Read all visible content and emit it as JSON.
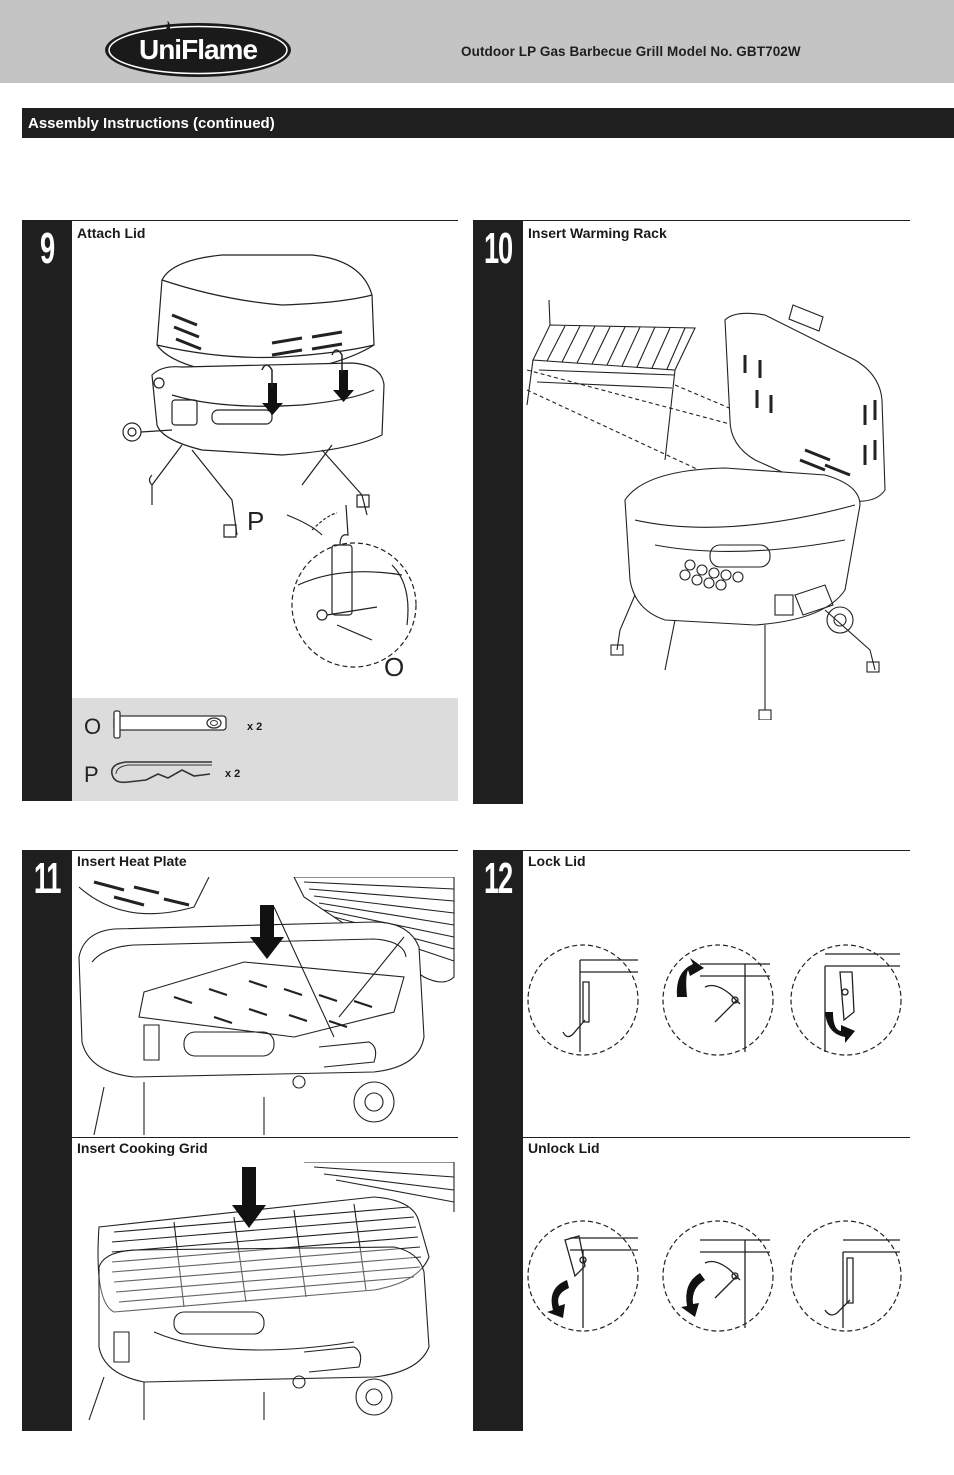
{
  "header": {
    "logo_text": "UniFlame",
    "title": "Outdoor LP Gas Barbecue Grill  Model No. GBT702W"
  },
  "section": {
    "title": "Assembly Instructions (continued)"
  },
  "steps": [
    {
      "number": "9",
      "label": "Attach Lid",
      "callouts": [
        "P",
        "O"
      ]
    },
    {
      "number": "10",
      "label": "Insert Warming Rack"
    },
    {
      "number": "11",
      "label": "Insert Heat Plate",
      "sublabel": "Insert Cooking Grid"
    },
    {
      "number": "12",
      "label": "Lock Lid",
      "sublabel": "Unlock Lid"
    }
  ],
  "hardware": [
    {
      "letter": "O",
      "qty": "x 2",
      "part": "clevis-pin"
    },
    {
      "letter": "P",
      "qty": "x 2",
      "part": "hitch-pin"
    }
  ],
  "colors": {
    "header_bg": "#c4c4c4",
    "bar": "#1f1f1f",
    "hardware_panel": "#dcdcdc"
  }
}
